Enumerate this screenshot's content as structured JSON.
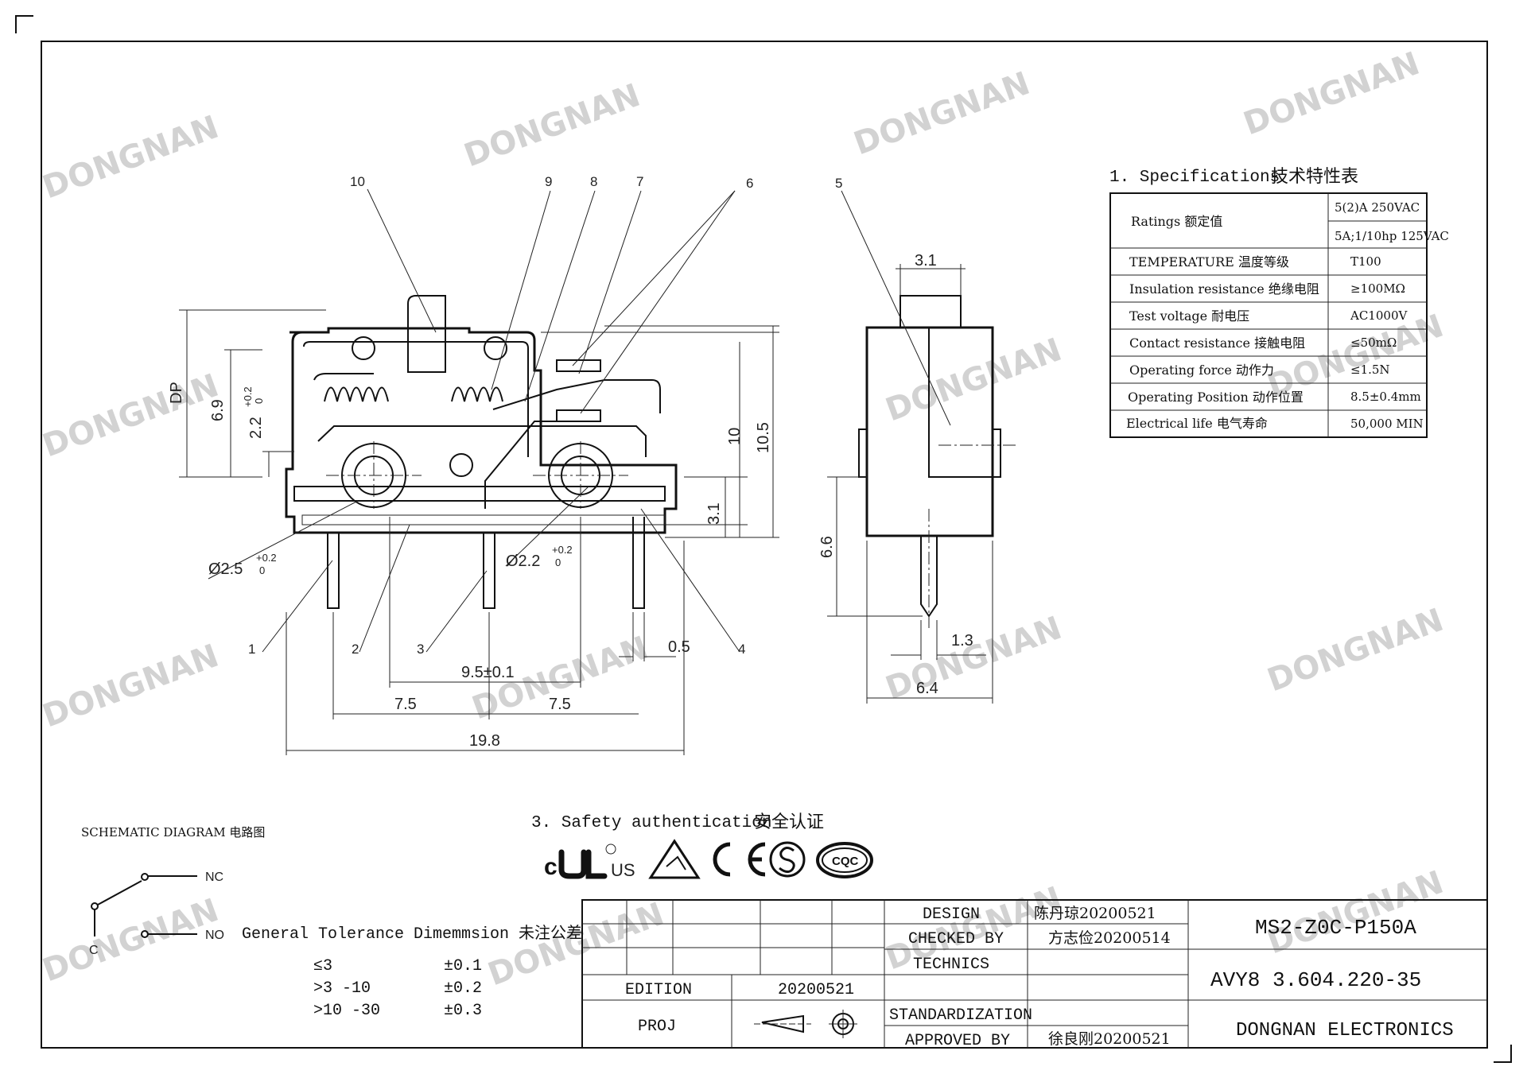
{
  "watermark": {
    "text": "DONGNAN"
  },
  "drawing": {
    "callouts": [
      "1",
      "2",
      "3",
      "4",
      "5",
      "6",
      "7",
      "8",
      "9",
      "10"
    ],
    "dimensions": {
      "dp": "DP",
      "h69": "6.9",
      "h22": "2.2",
      "h22_tol": "+0.2",
      "h22_tol_low": "0",
      "h10": "10",
      "h105": "10.5",
      "h31_front": "3.1",
      "hole1": "Ø2.5",
      "hole1_tol": "+0.2",
      "hole1_tol_low": "0",
      "hole2": "Ø2.2",
      "hole2_tol": "+0.2",
      "hole2_tol_low": "0",
      "w95": "9.5±0.1",
      "w05": "0.5",
      "w75a": "7.5",
      "w75b": "7.5",
      "w198": "19.8",
      "side_top": "3.1",
      "side_h66": "6.6",
      "side_w13": "1.3",
      "side_w64": "6.4"
    }
  },
  "specs": {
    "title": "1. Specifications",
    "title_cn": "技术特性表",
    "rows": [
      {
        "label": "Ratings 额定值",
        "value": "5(2)A 250VAC",
        "value2": "5A;1/10hp 125VAC"
      },
      {
        "label": "TEMPERATURE 温度等级",
        "value": "T100"
      },
      {
        "label": "Insulation resistance 绝缘电阻",
        "value": "≥100MΩ"
      },
      {
        "label": "Test voltage 耐电压",
        "value": "AC1000V"
      },
      {
        "label": "Contact resistance 接触电阻",
        "value": "≤50mΩ"
      },
      {
        "label": "Operating force 动作力",
        "value": "≤1.5N"
      },
      {
        "label": "Operating Position 动作位置",
        "value": "8.5±0.4mm"
      },
      {
        "label": "Electrical life 电气寿命",
        "value": "50,000 MIN"
      }
    ]
  },
  "safety": {
    "title": "3. Safety authentication",
    "title_cn": "安全认证",
    "marks": {
      "ul": "US",
      "cqc": "CQC"
    }
  },
  "schematic": {
    "title": "SCHEMATIC DIAGRAM 电路图",
    "nc": "NC",
    "no": "NO",
    "c": "C"
  },
  "tolerance": {
    "title": "General Tolerance Dimemmsion 未注公差",
    "rows": [
      {
        "range": "≤3",
        "tol": "±0.1"
      },
      {
        "range": ">3 -10",
        "tol": "±0.2"
      },
      {
        "range": ">10 -30",
        "tol": "±0.3"
      }
    ]
  },
  "title_block": {
    "design_label": "DESIGN",
    "design_value": "陈丹琼20200521",
    "checked_label": "CHECKED BY",
    "checked_value": "方志俭20200514",
    "technics_label": "TECHNICS",
    "edition_label": "EDITION",
    "edition_value": "20200521",
    "proj_label": "PROJ",
    "standard_label": "STANDARDIZATION",
    "approved_label": "APPROVED BY",
    "approved_value": "徐良刚20200521",
    "model": "MS2-Z0C-P150A",
    "code": "AVY8 3.604.220-35",
    "company": "DONGNAN ELECTRONICS"
  }
}
